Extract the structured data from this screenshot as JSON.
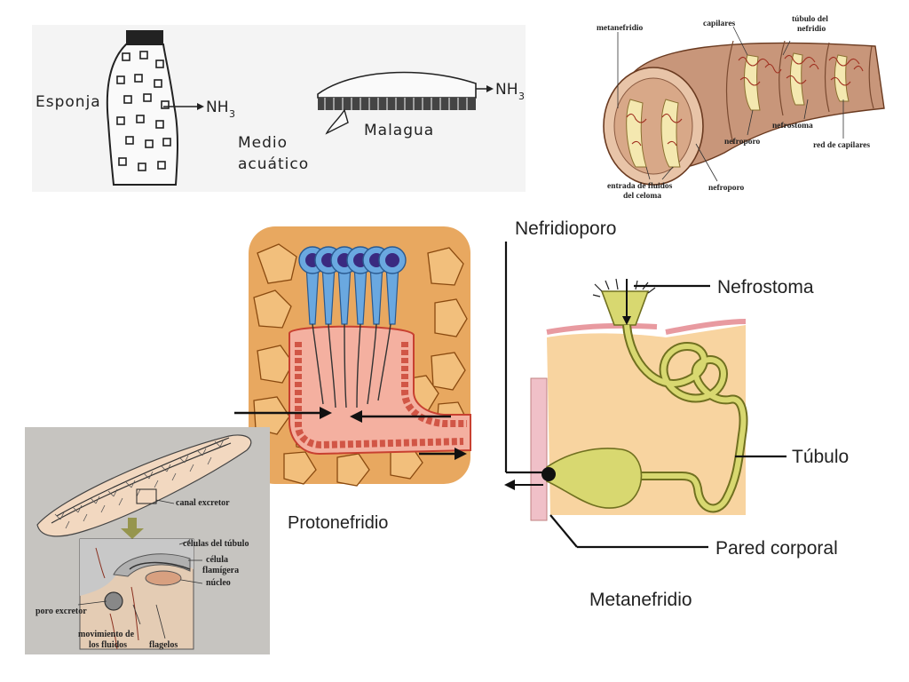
{
  "sponge_panel": {
    "sponge_label": "Esponja",
    "nh3_base": "NH",
    "nh3_sub": "3",
    "medium_line1": "Medio",
    "medium_line2": "acuático",
    "jellyfish_label": "Malagua"
  },
  "worm_panel": {
    "metanefridio": "metanefridio",
    "capilares": "capilares",
    "tubulo_line1": "túbulo del",
    "tubulo_line2": "nefridio",
    "nefroporo_a": "nefroporo",
    "nefrostoma": "nefrostoma",
    "red_capilares": "red de capilares",
    "entrada_line1": "entrada de fluidos",
    "entrada_line2": "del celoma",
    "nefroporo_b": "nefroporo"
  },
  "proto_panel": {
    "title": "Protonefridio"
  },
  "meta_panel": {
    "nefridioporo": "Nefridioporo",
    "nefrostoma": "Nefrostoma",
    "tubulo": "Túbulo",
    "pared": "Pared corporal",
    "title": "Metanefridio"
  },
  "flatworm_panel": {
    "canal": "canal excretor",
    "celulas_tubulo": "células del túbulo",
    "celula_line1": "célula",
    "celula_line2": "flamígera",
    "nucleo": "núcleo",
    "poro": "poro excretor",
    "movimiento_line1": "movimiento de",
    "movimiento_line2": "los fluidos",
    "flagelos": "flagelos"
  },
  "colors": {
    "cell_fill": "#e8a860",
    "cell_stroke": "#8a4a10",
    "flame_cell": "#6aa8e0",
    "nucleus": "#3a2a80",
    "canal_wall": "#d84a40",
    "canal_fill": "#f4b0a0",
    "tubule": "#d8d870",
    "body_fill": "#f8d8a0",
    "worm_body": "#c89070"
  }
}
